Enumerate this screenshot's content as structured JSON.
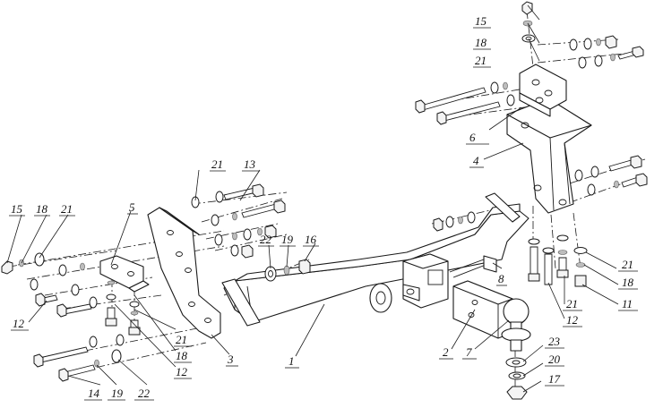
{
  "diagram": {
    "callouts": [
      {
        "id": "c15a",
        "text": "15"
      },
      {
        "id": "c18a",
        "text": "18"
      },
      {
        "id": "c21a",
        "text": "21"
      },
      {
        "id": "c6",
        "text": "6"
      },
      {
        "id": "c4",
        "text": "4"
      },
      {
        "id": "c21b",
        "text": "21"
      },
      {
        "id": "c13",
        "text": "13"
      },
      {
        "id": "c5",
        "text": "5"
      },
      {
        "id": "c15b",
        "text": "15"
      },
      {
        "id": "c18b",
        "text": "18"
      },
      {
        "id": "c21c",
        "text": "21"
      },
      {
        "id": "c22a",
        "text": "22"
      },
      {
        "id": "c19a",
        "text": "19"
      },
      {
        "id": "c16",
        "text": "16"
      },
      {
        "id": "c8",
        "text": "8"
      },
      {
        "id": "c12a",
        "text": "12"
      },
      {
        "id": "c21d",
        "text": "21"
      },
      {
        "id": "c18c",
        "text": "18"
      },
      {
        "id": "c12b",
        "text": "12"
      },
      {
        "id": "c3",
        "text": "3"
      },
      {
        "id": "c1",
        "text": "1"
      },
      {
        "id": "c2",
        "text": "2"
      },
      {
        "id": "c7",
        "text": "7"
      },
      {
        "id": "c23",
        "text": "23"
      },
      {
        "id": "c20",
        "text": "20"
      },
      {
        "id": "c17",
        "text": "17"
      },
      {
        "id": "c21e",
        "text": "21"
      },
      {
        "id": "c18d",
        "text": "18"
      },
      {
        "id": "c11",
        "text": "11"
      },
      {
        "id": "c21f",
        "text": "21"
      },
      {
        "id": "c12c",
        "text": "12"
      },
      {
        "id": "c14",
        "text": "14"
      },
      {
        "id": "c19b",
        "text": "19"
      },
      {
        "id": "c22b",
        "text": "22"
      }
    ]
  }
}
